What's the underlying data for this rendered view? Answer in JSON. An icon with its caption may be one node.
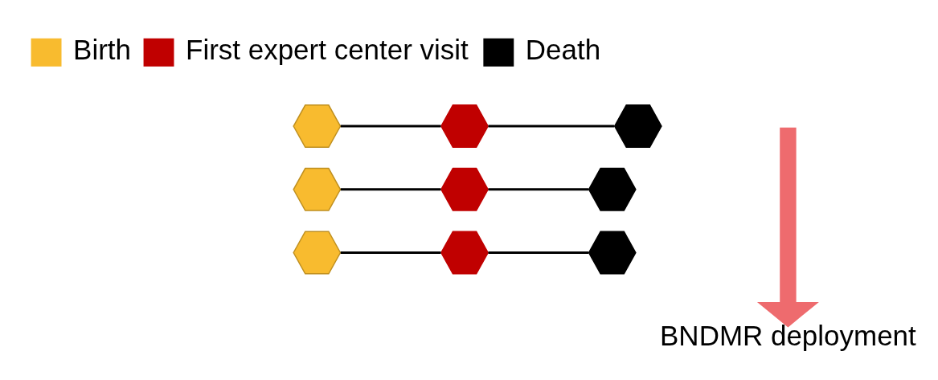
{
  "diagram": {
    "nodes": [
      {
        "text": [],
        "shape": "hexagon"
      },
      {
        "text": [],
        "shape": "hexagon"
      },
      {
        "text": [],
        "shape": "hexagon"
      },
      {
        "text": [],
        "shape": "hexagon"
      },
      {
        "text": [],
        "shape": "hexagon"
      },
      {
        "text": [],
        "shape": "hexagon"
      },
      {
        "text": [],
        "shape": "hexagon"
      },
      {
        "text": [],
        "shape": "hexagon"
      },
      {
        "text": [],
        "shape": "hexagon"
      },
      {
        "text": [
          "BNDMR deployment"
        ]
      }
    ],
    "edges": [
      {
        "from": 0,
        "to": 1,
        "arrow": "none"
      },
      {
        "from": 1,
        "to": 2,
        "arrow": "none"
      },
      {
        "from": 3,
        "to": 4,
        "arrow": "none"
      },
      {
        "from": 4,
        "to": 5,
        "arrow": "none"
      },
      {
        "from": 6,
        "to": 7,
        "arrow": "none"
      },
      {
        "from": 7,
        "to": 8,
        "arrow": "none"
      },
      {
        "from": null,
        "to": 9,
        "arrow": "to",
        "style": "thick",
        "color": "#ee6b6e"
      }
    ],
    "legend": [
      {
        "text": "Birth",
        "color": "#f8bb2f"
      },
      {
        "text": "First expert center visit",
        "color": "#c00000"
      },
      {
        "text": "Death",
        "color": "#000000"
      }
    ]
  }
}
